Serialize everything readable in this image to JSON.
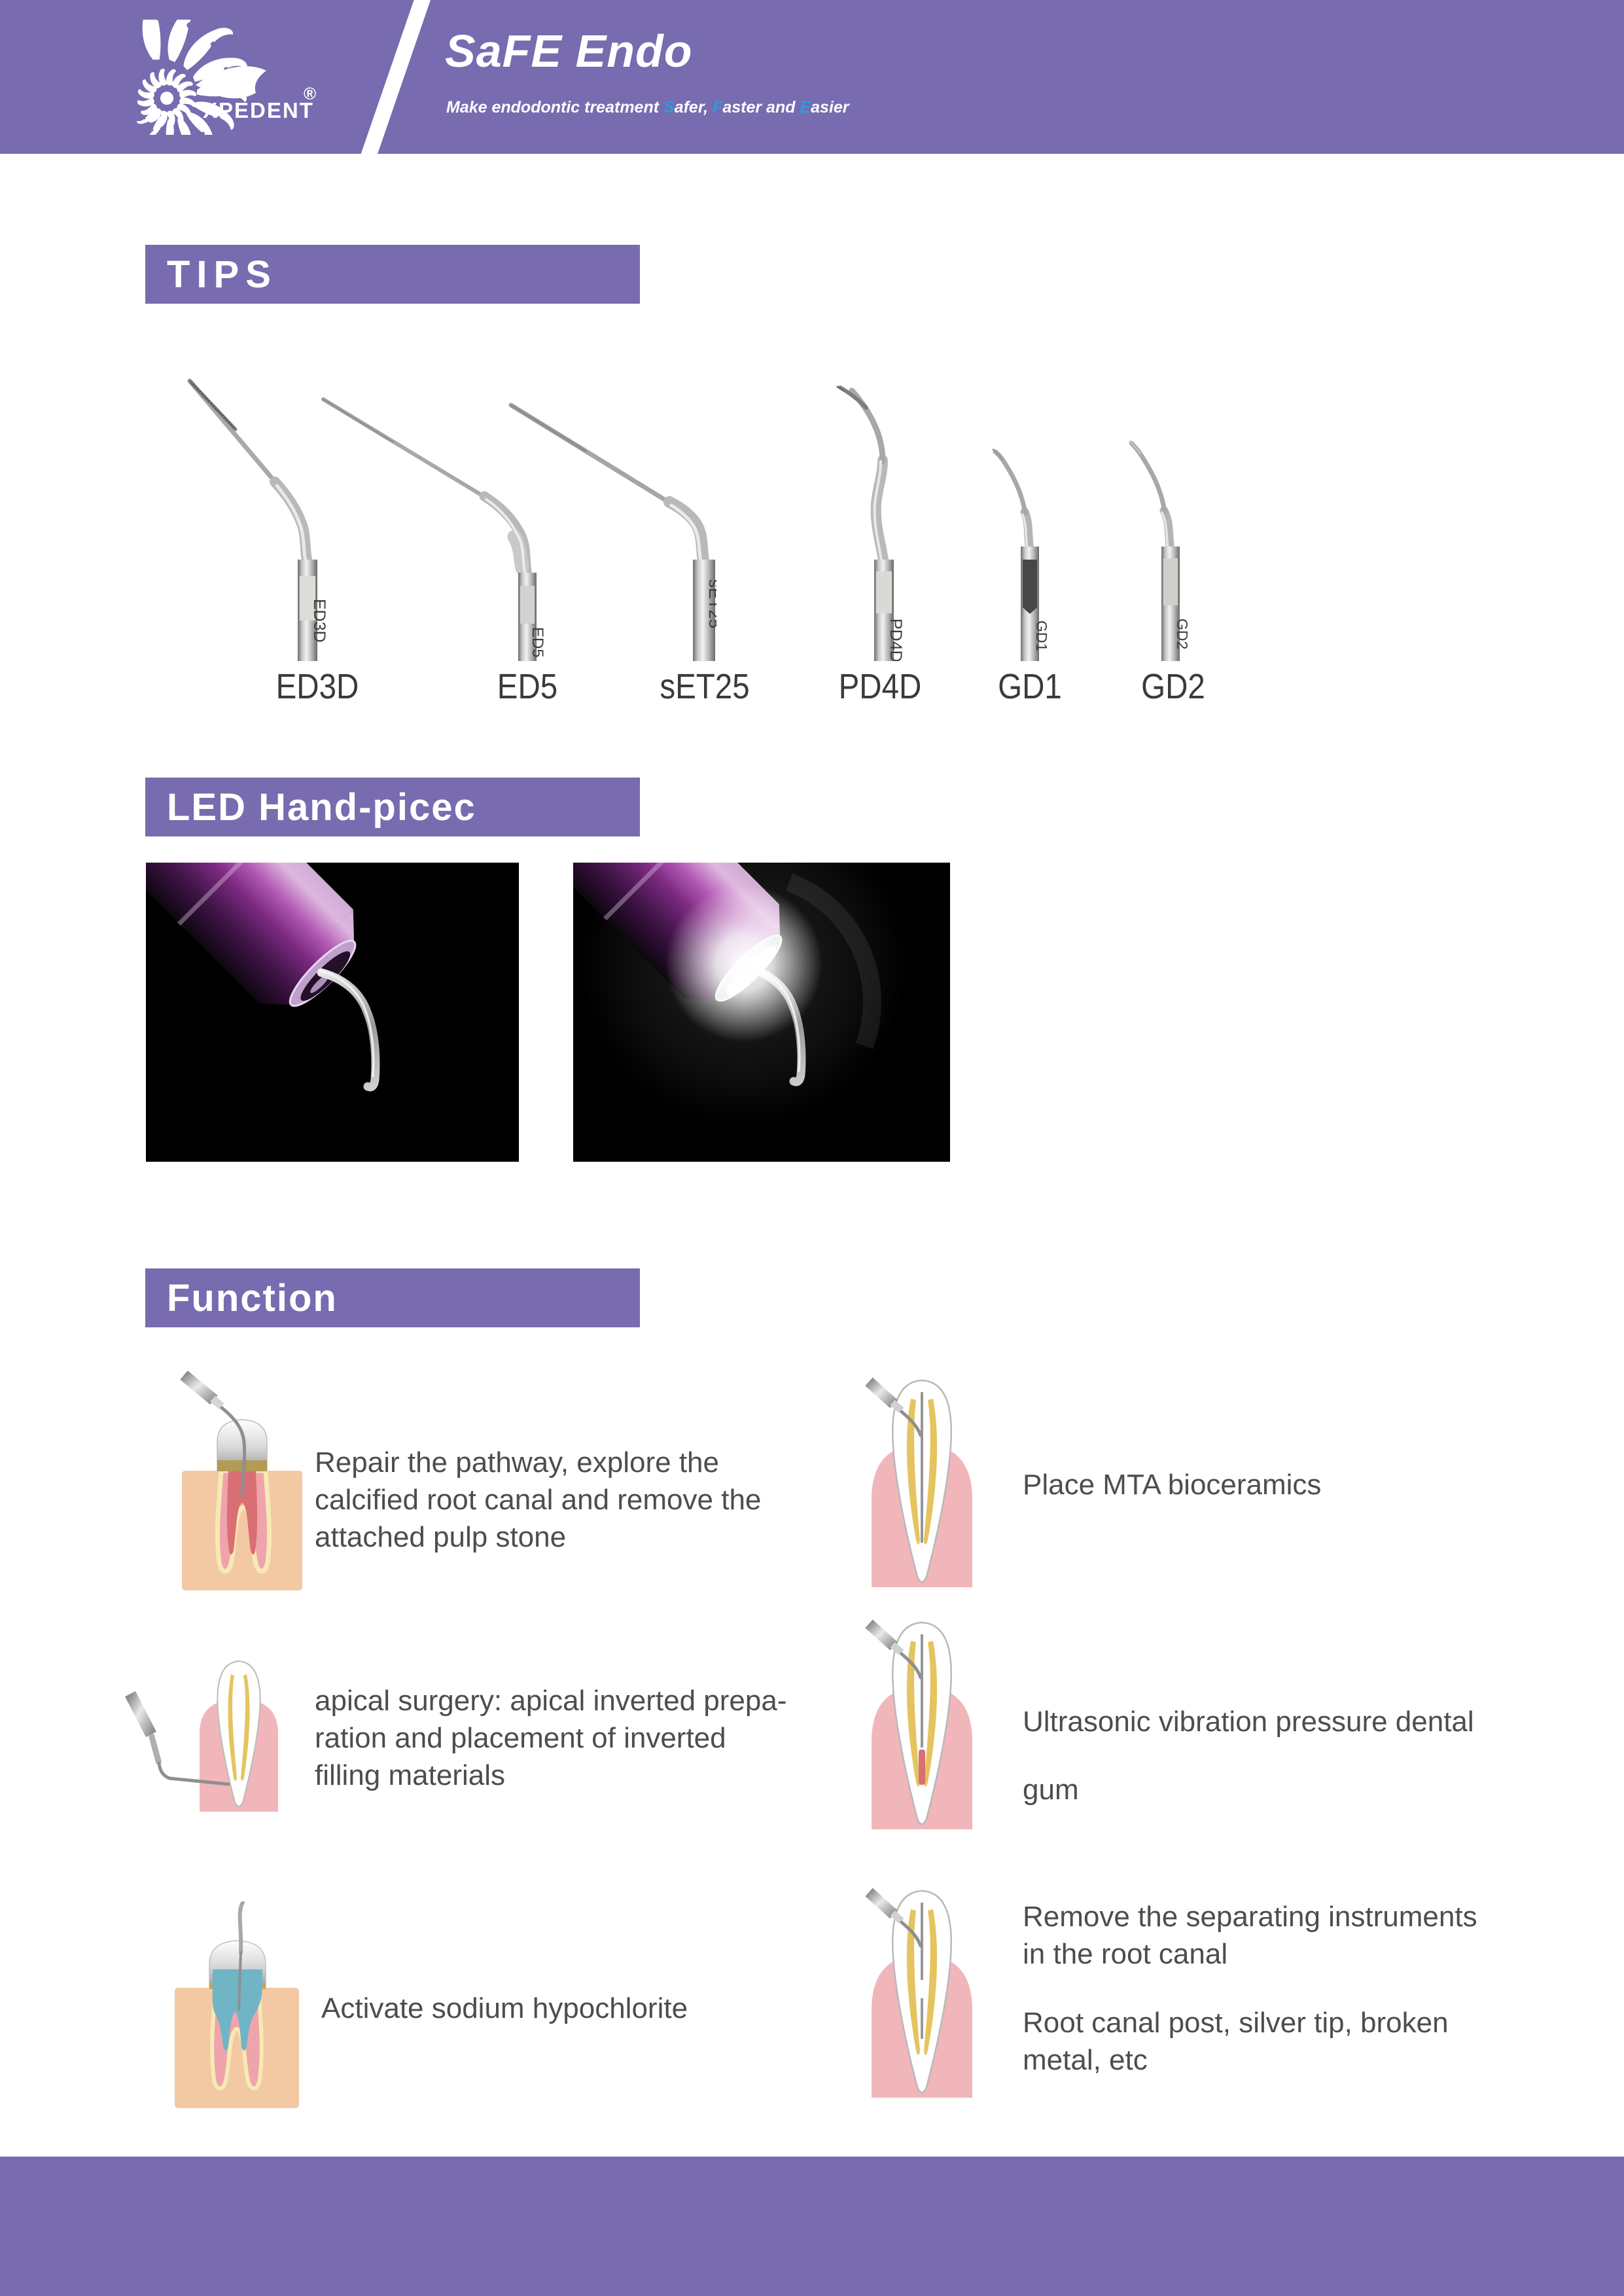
{
  "theme": {
    "brand_purple": "#786BB0",
    "accent_blue": "#2B9CD8",
    "body_text_gray": "#4D4D4D",
    "tip_label_gray": "#3A3A3A",
    "photo_background": "#000000"
  },
  "header": {
    "brand": "XPEDENT",
    "registered_mark": "®",
    "title": "SaFE Endo",
    "tagline": [
      {
        "t": "Make endodontic treatment ",
        "hl": false
      },
      {
        "t": "S",
        "hl": true
      },
      {
        "t": "afer, ",
        "hl": false
      },
      {
        "t": "F",
        "hl": true
      },
      {
        "t": "aster and ",
        "hl": false
      },
      {
        "t": "E",
        "hl": true
      },
      {
        "t": "asier",
        "hl": false
      }
    ]
  },
  "tips_section": {
    "title": "TIPS",
    "tips": [
      {
        "label": "ED3D"
      },
      {
        "label": "ED5"
      },
      {
        "label": "sET25"
      },
      {
        "label": "PD4D"
      },
      {
        "label": "GD1"
      },
      {
        "label": "GD2"
      }
    ]
  },
  "handpiece_section": {
    "title": "LED Hand-picec",
    "photos": [
      {
        "name": "handpiece LED off"
      },
      {
        "name": "handpiece LED on"
      }
    ]
  },
  "function_section": {
    "title": "Function",
    "items": [
      {
        "id": "repair-pathway",
        "text": "Repair the pathway, explore the\ncalcified root canal and remove the\nattached pulp stone"
      },
      {
        "id": "apical-surgery",
        "text": "apical surgery: apical inverted prepa-\nration and placement of inverted\nfilling materials"
      },
      {
        "id": "activate-hypochlorite",
        "text": "Activate sodium hypochlorite"
      },
      {
        "id": "place-mta",
        "text": "Place MTA bioceramics"
      },
      {
        "id": "ultrasonic-gum",
        "text": "Ultrasonic vibration pressure dental",
        "text2": "gum"
      },
      {
        "id": "remove-instruments",
        "text": "Remove the separating instruments\nin the root canal",
        "text2": "Root canal post, silver tip, broken\nmetal, etc"
      }
    ]
  }
}
